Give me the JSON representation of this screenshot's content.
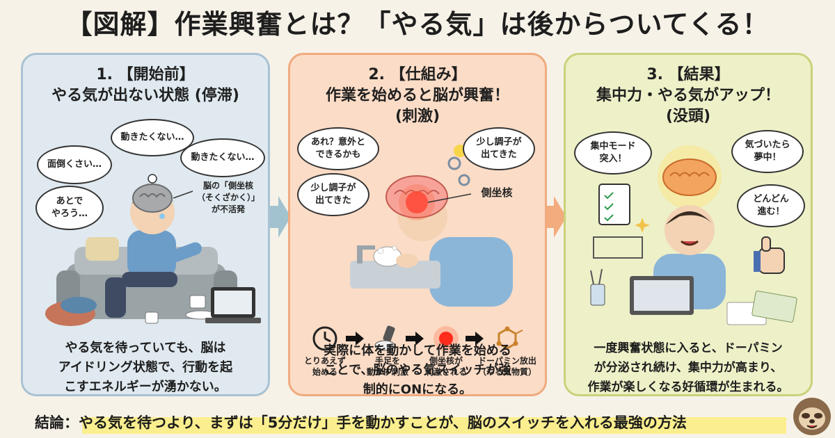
{
  "title": "【図解】作業興奮とは？「やる気」は後からついてくる！",
  "panels": [
    {
      "title_line1": "1. 【開始前】",
      "title_line2": "やる気が出ない状態 (停滞)",
      "bubbles": [
        "面倒くさい…",
        "動きたくない…",
        "動きたくない…",
        "あとで\nやろう…"
      ],
      "note": "脳の「側坐核\n（そくざかく）」\nが不活発",
      "description": "やる気を待っていても、脳は\nアイドリング状態で、行動を起\nこすエネルギーが湧かない。"
    },
    {
      "title_line1": "2. 【仕組み】",
      "title_line2": "作業を始めると脳が興奮！",
      "title_line3": "(刺激)",
      "bubbles": [
        "あれ？意外と\nできるかも",
        "少し調子が\n出てきた",
        "少し調子が\n出てきた"
      ],
      "note": "側坐核",
      "steps": [
        "とりあえず\n始める",
        "手足を\n動かす刺激",
        "側坐核が\n刺激される",
        "ドーパミン放出\n（やる気物質）"
      ],
      "description": "実際に体を動かして作業を始める\nことで、脳のやる気スイッチが強\n制的にONになる。"
    },
    {
      "title_line1": "3. 【結果】",
      "title_line2": "集中力・やる気がアップ！",
      "title_line3": "(没頭)",
      "bubbles": [
        "集中モード\n突入！",
        "気づいたら\n夢中！",
        "どんどん\n進む！"
      ],
      "description": "一度興奮状態に入ると、ドーパミン\nが分泌され続け、集中力が高まり、\n作業が楽しくなる好循環が生まれる。"
    }
  ],
  "conclusion": "結論：やる気を待つより、まずは「5分だけ」手を動かすことが、脳のスイッチを入れる最強の方法",
  "colors": {
    "panel1_bg": "#dfe9ef",
    "panel2_bg": "#fbdcc6",
    "panel3_bg": "#eef0c8",
    "highlight": "#fbee8f"
  },
  "icons": [
    "clock-icon",
    "arrow-right-icon",
    "hand-icon",
    "glow-icon",
    "molecule-icon",
    "thumbs-up-icon",
    "checklist-icon",
    "sloth-icon"
  ]
}
